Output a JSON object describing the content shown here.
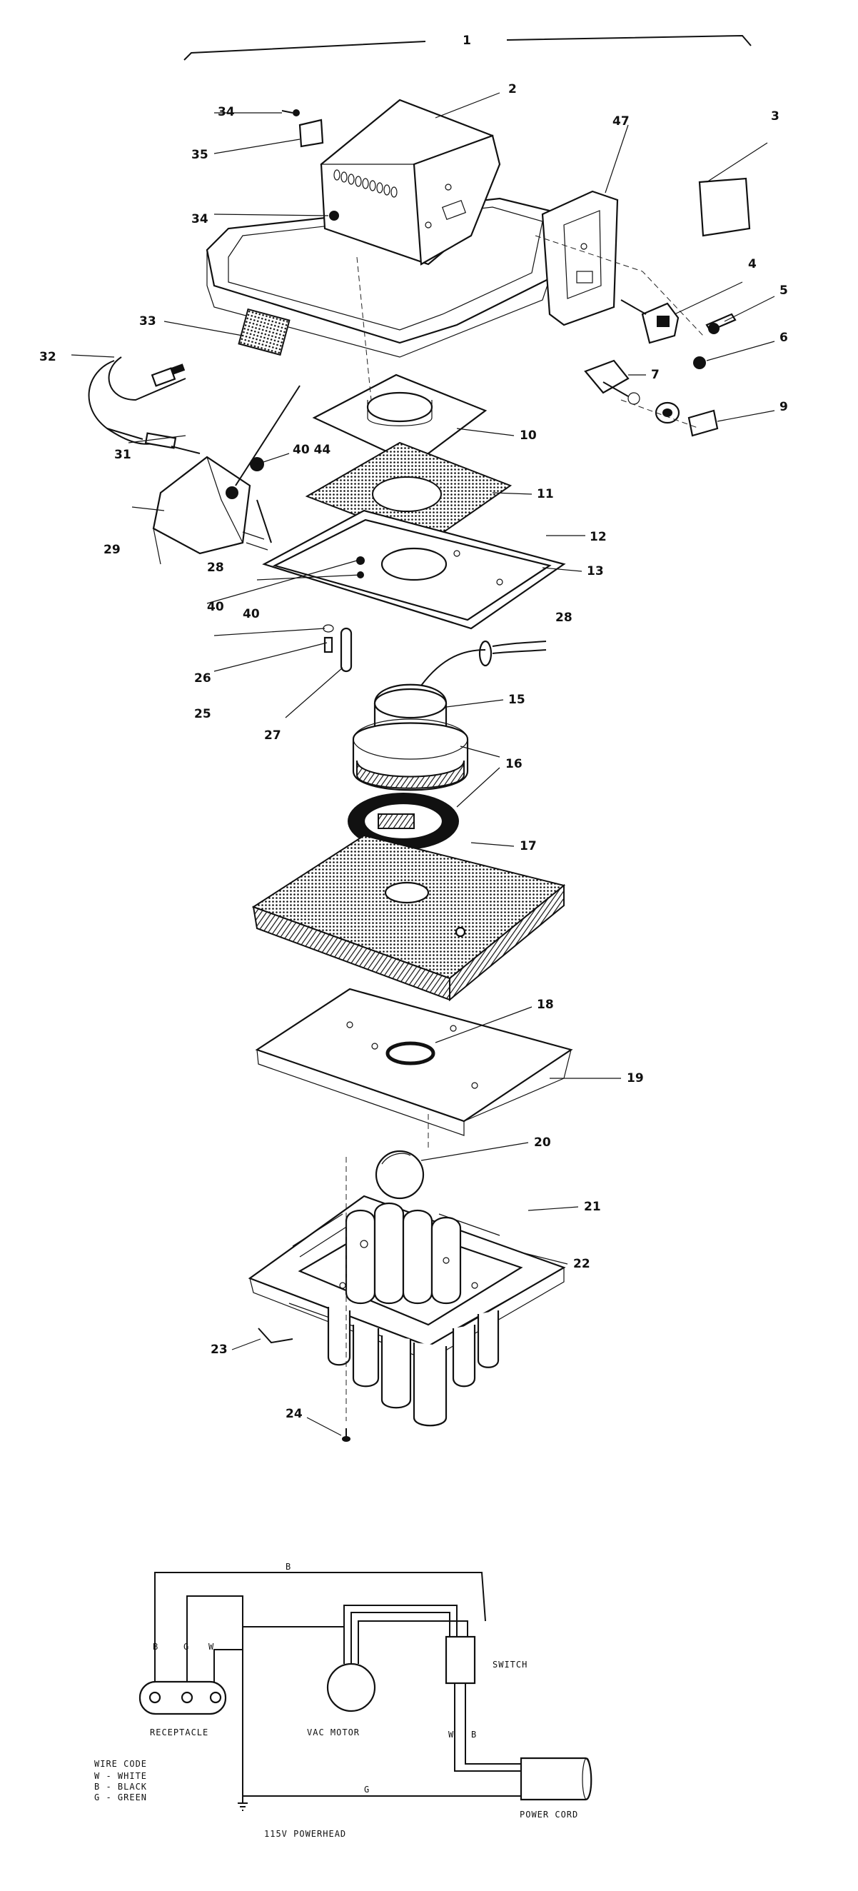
{
  "exploded_view": {
    "assembly_number": "1",
    "parts": [
      {
        "id": "p2",
        "number": "2"
      },
      {
        "id": "p3",
        "number": "3"
      },
      {
        "id": "p4",
        "number": "4"
      },
      {
        "id": "p5",
        "number": "5"
      },
      {
        "id": "p6",
        "number": "6"
      },
      {
        "id": "p7",
        "number": "7"
      },
      {
        "id": "p9",
        "number": "9"
      },
      {
        "id": "p10",
        "number": "10"
      },
      {
        "id": "p11",
        "number": "11"
      },
      {
        "id": "p12",
        "number": "12"
      },
      {
        "id": "p13",
        "number": "13"
      },
      {
        "id": "p15",
        "number": "15"
      },
      {
        "id": "p16",
        "number": "16"
      },
      {
        "id": "p17",
        "number": "17"
      },
      {
        "id": "p18",
        "number": "18"
      },
      {
        "id": "p19",
        "number": "19"
      },
      {
        "id": "p20",
        "number": "20"
      },
      {
        "id": "p21",
        "number": "21"
      },
      {
        "id": "p22",
        "number": "22"
      },
      {
        "id": "p23",
        "number": "23"
      },
      {
        "id": "p24",
        "number": "24"
      },
      {
        "id": "p25",
        "number": "25"
      },
      {
        "id": "p26",
        "number": "26"
      },
      {
        "id": "p27",
        "number": "27"
      },
      {
        "id": "p28a",
        "number": "28"
      },
      {
        "id": "p28b",
        "number": "28"
      },
      {
        "id": "p29",
        "number": "29"
      },
      {
        "id": "p31",
        "number": "31"
      },
      {
        "id": "p32",
        "number": "32"
      },
      {
        "id": "p33",
        "number": "33"
      },
      {
        "id": "p34a",
        "number": "34"
      },
      {
        "id": "p34b",
        "number": "34"
      },
      {
        "id": "p35",
        "number": "35"
      },
      {
        "id": "p40a",
        "number": "40"
      },
      {
        "id": "p40b",
        "number": "40"
      },
      {
        "id": "p4044",
        "number": "40 44"
      },
      {
        "id": "p47",
        "number": "47"
      }
    ]
  },
  "wiring": {
    "top_wire": "B",
    "receptacle_wires": [
      "B",
      "G",
      "W"
    ],
    "switch_wires": [
      "W",
      "B"
    ],
    "ground_wire": "G",
    "receptacle_label": "RECEPTACLE",
    "motor_label": "VAC MOTOR",
    "switch_label": "SWITCH",
    "cord_label": "POWER CORD",
    "title": "115V POWERHEAD",
    "wire_code": {
      "heading": "WIRE CODE",
      "entries": [
        "W - WHITE",
        "B - BLACK",
        "G - GREEN"
      ]
    }
  },
  "colors": {
    "ink": "#111111",
    "paper": "#ffffff"
  }
}
